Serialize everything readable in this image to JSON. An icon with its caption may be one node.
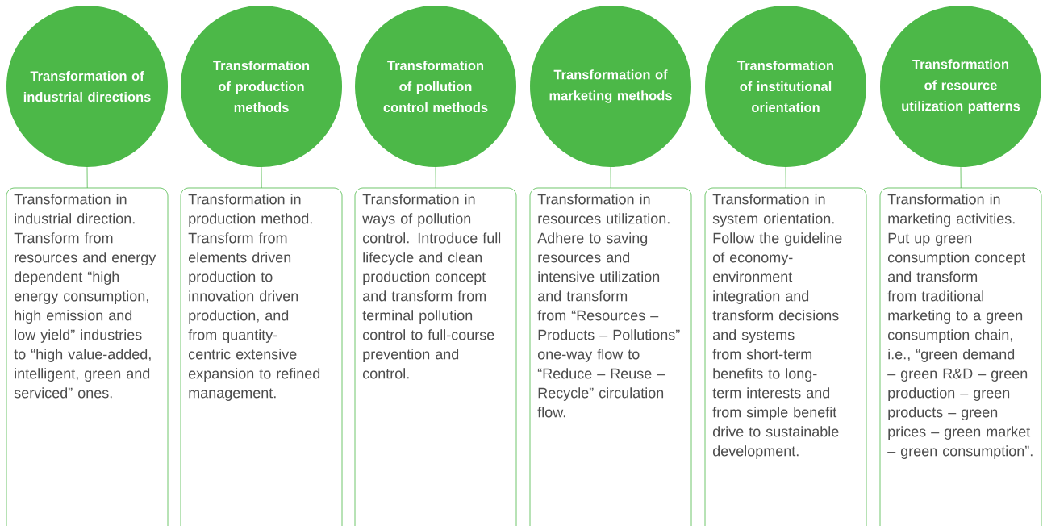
{
  "diagram": {
    "nodes": [
      {
        "text": [
          "Transformation of industrial directions"
        ]
      },
      {
        "text": [
          "Transformation of production methods"
        ]
      },
      {
        "text": [
          "Transformation of pollution control methods"
        ]
      },
      {
        "text": [
          "Transformation of marketing methods"
        ]
      },
      {
        "text": [
          "Transformation of institutional orientation"
        ]
      },
      {
        "text": [
          "Transformation of resource utilization patterns"
        ]
      },
      {
        "text": [
          "Transformation in industrial direction. Transform from resources and energy dependent “high energy consumption, high emission and low yield” industries to “high value-added, intelligent, green and serviced” ones."
        ]
      },
      {
        "text": [
          "Transformation in production method. Transform from elements driven production to innovation driven production, and from quantity-centric extensive expansion to refined management."
        ]
      },
      {
        "text": [
          "Transformation in ways of pollution control. Introduce full lifecycle and clean production concept and transform from terminal pollution control to full-course prevention and control."
        ]
      },
      {
        "text": [
          "Transformation in resources utilization. Adhere to saving resources and intensive utilization and transform from “Resources – Products – Pollutions” one-way flow to “Reduce – Reuse – Recycle” circulation flow."
        ]
      },
      {
        "text": [
          "Transformation in system orientation. Follow the guideline of economy-environment integration and transform decisions and systems from short-term benefits to long-term interests and from simple benefit drive to sustainable development."
        ]
      },
      {
        "text": [
          "Transformation in marketing activities. Put up green consumption concept and transform from traditional marketing to a green consumption chain, i.e., “green demand – green R&D – green production – green products – green prices – green market – green consumption”."
        ]
      }
    ],
    "edges": [
      {
        "from": 0,
        "to": 6,
        "arrow": "none"
      },
      {
        "from": 1,
        "to": 7,
        "arrow": "none"
      },
      {
        "from": 2,
        "to": 8,
        "arrow": "none"
      },
      {
        "from": 3,
        "to": 9,
        "arrow": "none"
      },
      {
        "from": 4,
        "to": 10,
        "arrow": "none"
      },
      {
        "from": 5,
        "to": 11,
        "arrow": "none"
      }
    ]
  }
}
